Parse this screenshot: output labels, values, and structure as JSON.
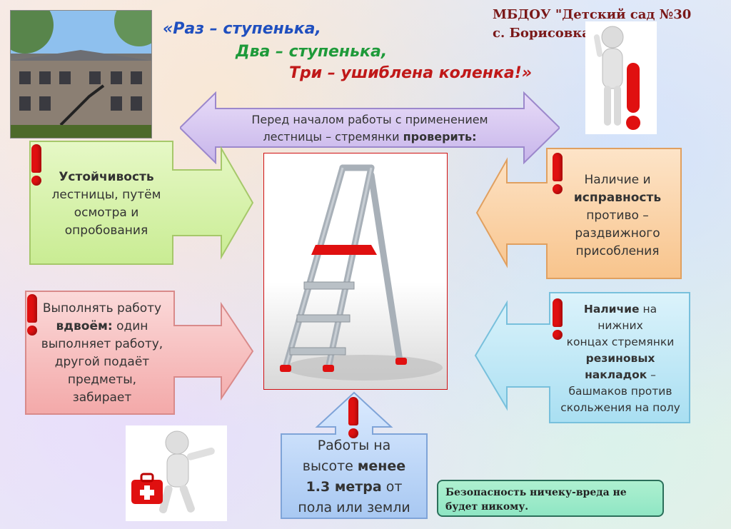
{
  "poem": {
    "line1": "«Раз – ступенька,",
    "line2": "Два – ступенька,",
    "line3": "Три – ушиблена коленка!»"
  },
  "organization": {
    "line1": "МБДОУ \"Детский сад №30",
    "line2": "с. Борисовка\""
  },
  "top_arrow": {
    "line1": "Перед началом работы с применением",
    "line2_prefix": "лестницы – стремянки ",
    "line2_bold": "проверить:"
  },
  "left_top": {
    "bold": "Устойчивость",
    "rest_lines": [
      "лестницы, путём",
      "осмотра и",
      "опробования"
    ]
  },
  "left_bottom": {
    "line1": "Выполнять работу",
    "bold": "вдвоём:",
    "line2_rest": " один",
    "rest_lines": [
      "выполняет работу,",
      "другой подаёт",
      "предметы,",
      "забирает"
    ]
  },
  "right_top": {
    "line1": "Наличие и",
    "bold": "исправность",
    "rest_lines": [
      "противо –",
      "раздвижного",
      "присобления"
    ]
  },
  "right_bottom": {
    "bold1": "Наличие",
    "line1_rest": " на нижних",
    "line2": "концах стремянки",
    "bold2": "резиновых",
    "bold3": "накладок",
    "line4_rest": " –",
    "rest_lines": [
      "башмаков против",
      "скольжения на полу"
    ]
  },
  "bottom_arrow": {
    "line1": "Работы на",
    "line2_prefix": "высоте ",
    "line2_bold": "менее",
    "line3_bold": "1.3 метра",
    "line3_rest": " от",
    "line4": "пола или земли"
  },
  "note": {
    "text": "Безопасность ничеку-вреда не будет никому."
  },
  "colors": {
    "poem_line1": "#1f4fbf",
    "poem_line2": "#1e9a3a",
    "poem_line3": "#c01818",
    "accent_red": "#e01010"
  }
}
